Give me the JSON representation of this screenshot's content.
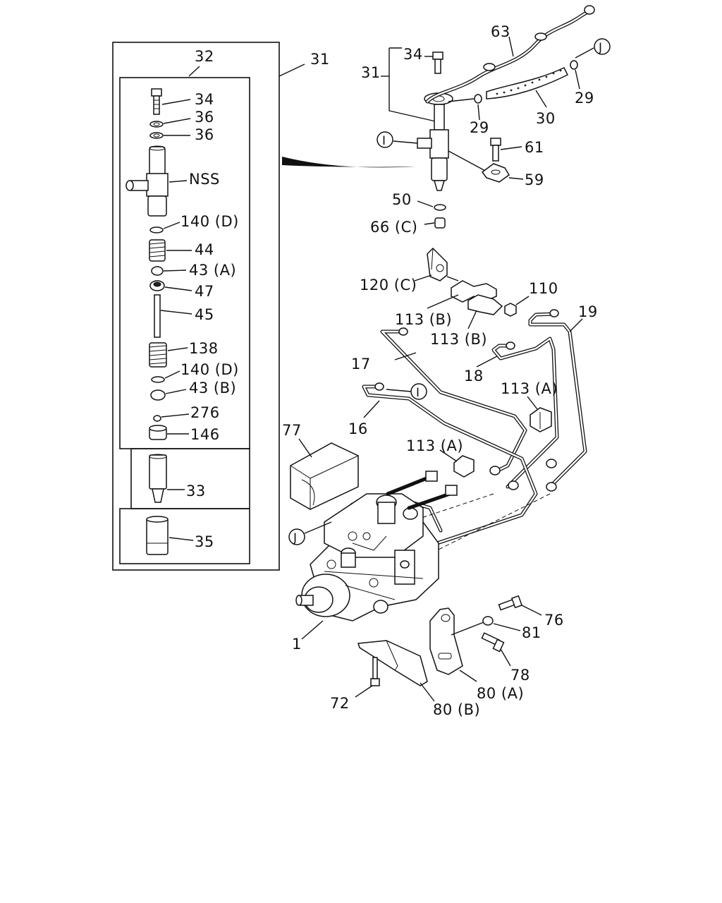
{
  "callouts": {
    "p31_box": "31",
    "p32": "32",
    "p34_box": "34",
    "p36_a": "36",
    "p36_b": "36",
    "pNSS": "NSS",
    "p140d_a": "140 (D)",
    "p44": "44",
    "p43a": "43 (A)",
    "p47": "47",
    "p45": "45",
    "p138": "138",
    "p140d_b": "140 (D)",
    "p43b": "43 (B)",
    "p276": "276",
    "p146": "146",
    "p33": "33",
    "p35": "35",
    "p63": "63",
    "p34_top": "34",
    "p31_top": "31",
    "pJ_top": "J",
    "p29_a": "29",
    "p29_b": "29",
    "p30": "30",
    "pI_top": "I",
    "p61": "61",
    "p59": "59",
    "p50": "50",
    "p66c": "66 (C)",
    "p120c": "120 (C)",
    "p110": "110",
    "p113b_a": "113 (B)",
    "p113b_b": "113 (B)",
    "p19": "19",
    "p17": "17",
    "p18": "18",
    "p113a_a": "113 (A)",
    "pI_mid": "I",
    "p16": "16",
    "p77": "77",
    "p113a_b": "113 (A)",
    "pJ_mid": "J",
    "p1": "1",
    "p76": "76",
    "p81": "81",
    "p78": "78",
    "p80a": "80 (A)",
    "p72": "72",
    "p80b": "80 (B)"
  }
}
